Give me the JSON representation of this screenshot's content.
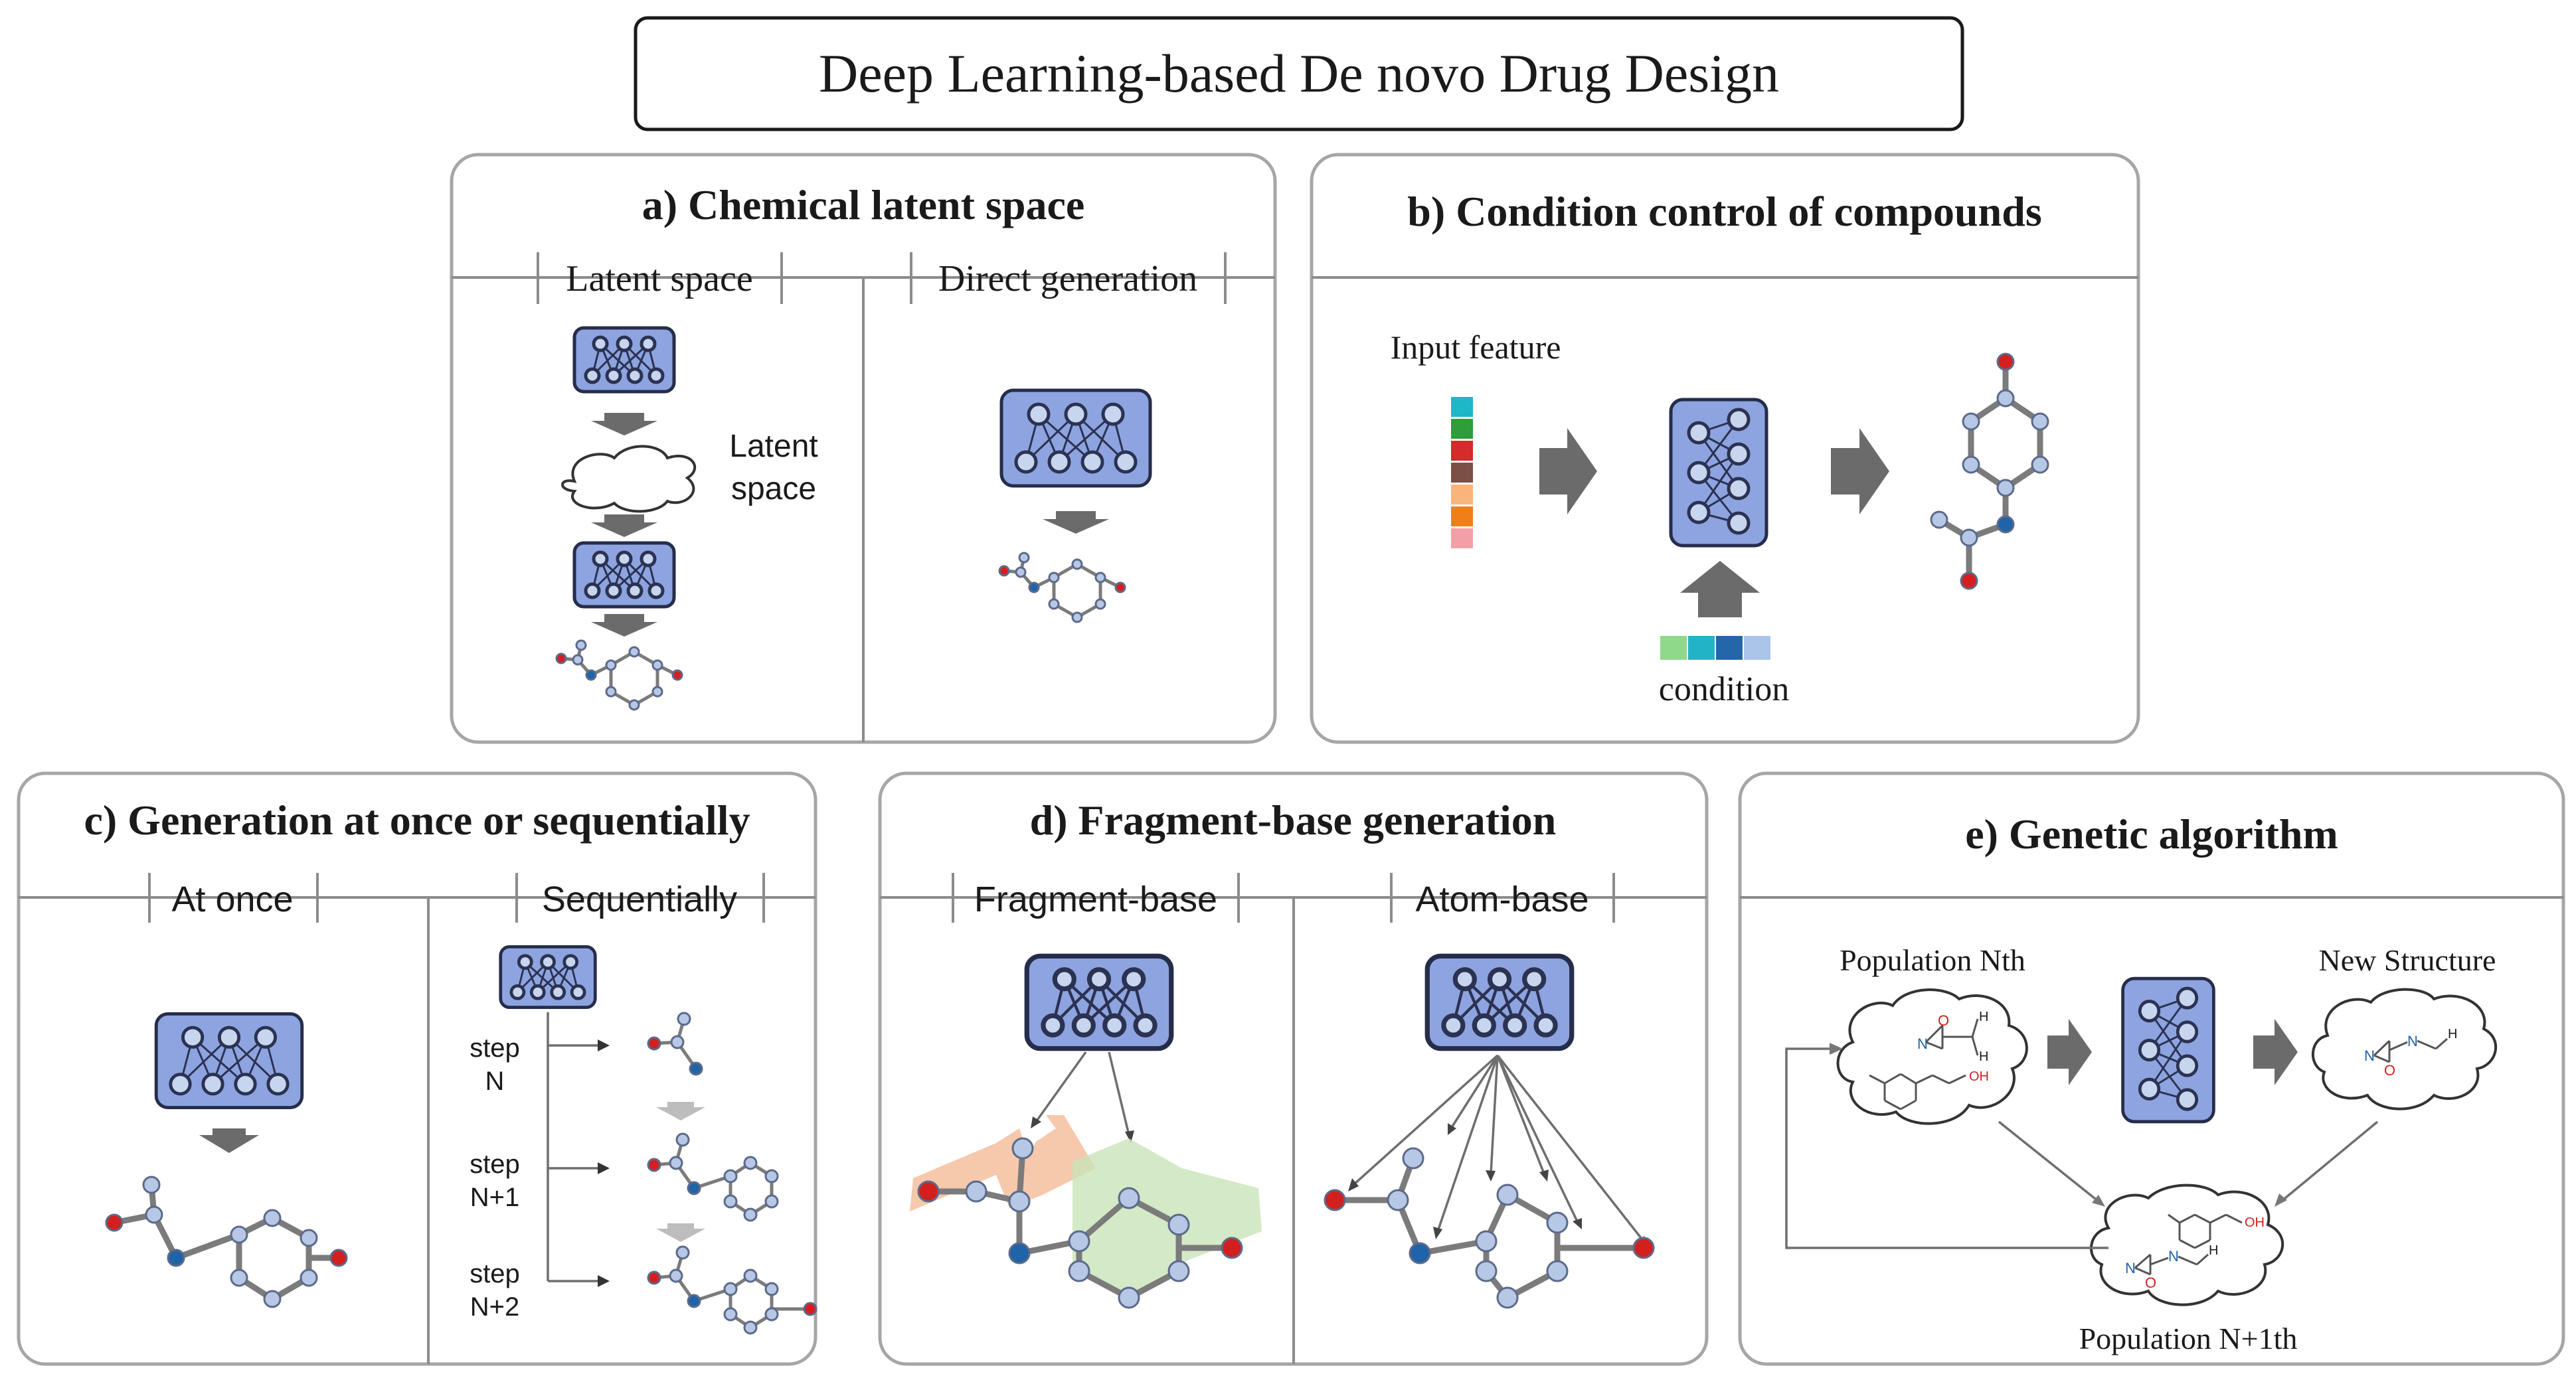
{
  "title": "Deep Learning-based De novo Drug Design",
  "panels": {
    "a": {
      "title": "a) Chemical latent space",
      "left_header": "Latent space",
      "right_header": "Direct generation",
      "latent_label_1": "Latent",
      "latent_label_2": "space"
    },
    "b": {
      "title": "b) Condition control of compounds",
      "input_label": "Input feature",
      "condition_label": "condition",
      "feature_colors": [
        "#1fb6c8",
        "#2e9e3a",
        "#d42b2b",
        "#7b4f45",
        "#f8b47a",
        "#f07f1a",
        "#f39fa6"
      ],
      "condition_colors": [
        "#8fd98a",
        "#22b4c6",
        "#2466a8",
        "#aac4ea"
      ]
    },
    "c": {
      "title": "c) Generation at once or sequentially",
      "left_header": "At once",
      "right_header": "Sequentially",
      "steps": [
        {
          "line1": "step",
          "line2": "N"
        },
        {
          "line1": "step",
          "line2": "N+1"
        },
        {
          "line1": "step",
          "line2": "N+2"
        }
      ]
    },
    "d": {
      "title": "d) Fragment-base generation",
      "left_header": "Fragment-base",
      "right_header": "Atom-base"
    },
    "e": {
      "title": "e) Genetic algorithm",
      "population_label": "Population Nth",
      "new_label": "New Structure",
      "next_label": "Population N+1th",
      "atoms": {
        "n": "N",
        "o": "O",
        "h": "H",
        "oh": "OH"
      }
    }
  }
}
